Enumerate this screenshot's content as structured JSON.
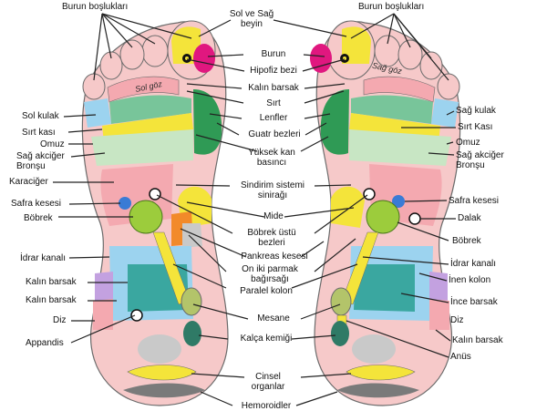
{
  "labels": {
    "burun_bosluklari": "Burun boşlukları",
    "sol_ve_sag_beyin": "Sol ve Sağ\nbeyin",
    "burun": "Burun",
    "hipofiz_bezi": "Hipofiz bezi",
    "kalin_barsak_top": "Kalın barsak",
    "sirt": "Sırt",
    "lenfler": "Lenfler",
    "guatr_bezleri": "Guatr bezleri",
    "yuksek_kan_basinci": "Yüksek kan\nbasıncı",
    "sindirim_sistemi_siniragi": "Sindirim sistemi\nsinirağı",
    "mide": "Mide",
    "bobrek_ustu_bezleri": "Böbrek üstü\nbezleri",
    "pankreas_kesesi": "Pankreas kesesi",
    "on_iki_parmak_bagirsagi": "On iki parmak\nbağırsağı",
    "paralel_kolon": "Paralel kolon",
    "mesane": "Mesane",
    "kalca_kemigi": "Kalça kemiği",
    "cinsel_organlar": "Cinsel\norganlar",
    "hemoroidler": "Hemoroidler",
    "sol_kulak": "Sol kulak",
    "sirt_kasi_left": "Sırt kası",
    "omuz_left": "Omuz",
    "sag_akciger_bronsu_left": "Sağ akciğer\nBronşu",
    "karaciger": "Karaciğer",
    "safra_kesesi_left": "Safra kesesi",
    "bobrek_left": "Böbrek",
    "idrar_kanali_left": "İdrar kanalı",
    "kalin_barsak_left1": "Kalın barsak",
    "kalin_barsak_left2": "Kalın barsak",
    "diz_left": "Diz",
    "appandis": "Appandis",
    "sag_kulak": "Sağ kulak",
    "sirt_kasi_right": "Sırt Kası",
    "omuz_right": "Omuz",
    "sag_akciger_bronsu_right": "Sağ akciğer\nBronşu",
    "safra_kesesi_right": "Safra kesesi",
    "dalak": "Dalak",
    "bobrek_right": "Böbrek",
    "idrar_kanali_right": "İdrar kanalı",
    "inen_kolon": "İnen kolon",
    "ince_barsak": "İnce barsak",
    "diz_right": "Diz",
    "kalin_barsak_right": "Kalın barsak",
    "anus": "Anüs",
    "sol_goz": "Sol göz",
    "sag_goz": "Sağ göz"
  },
  "colors": {
    "foot_base": "#f6c9c9",
    "foot_outline": "#6b6b6b",
    "pink_zone": "#f4a9b0",
    "blue_zone": "#9cd3ef",
    "yellow_zone": "#f4e43a",
    "green_zone": "#78c59a",
    "light_green_zone": "#c8e6c4",
    "dark_green_zone": "#2f9a55",
    "teal_zone": "#3aa7a0",
    "lime_zone": "#9ccc3c",
    "purple_zone": "#c3a1e0",
    "magenta_zone": "#e0177f",
    "orange_zone": "#f28a2a",
    "grey_zone": "#c9c9c9",
    "dark_grey_zone": "#7a7a7a",
    "leader_line": "#222222"
  }
}
